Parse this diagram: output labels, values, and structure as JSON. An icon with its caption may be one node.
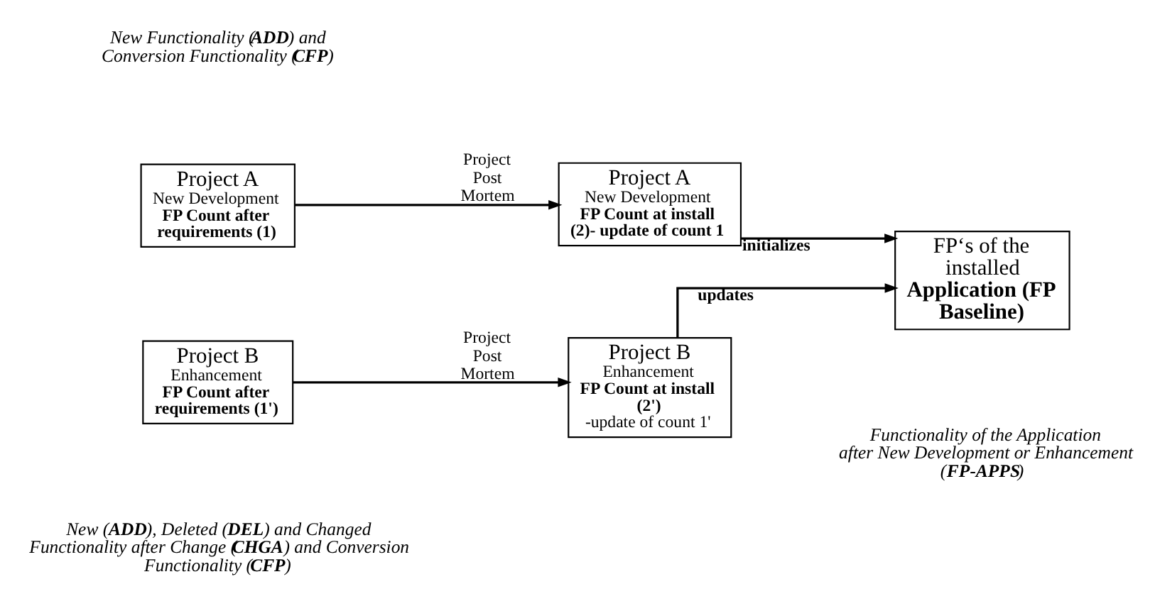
{
  "diagram": {
    "nodes": [
      {
        "text": [
          "Project A",
          "New Development",
          "FP Count after requirements (1)"
        ]
      },
      {
        "text": [
          "Project A",
          "New Development",
          "FP Count at install (2)- update of count 1"
        ]
      },
      {
        "text": [
          "Project B",
          "Enhancement",
          "FP Count after requirements (1')"
        ]
      },
      {
        "text": [
          "Project B",
          "Enhancement",
          "FP Count at install (2')",
          "-update of count 1'"
        ]
      },
      {
        "text": [
          "FP‘s of the installed",
          "Application (FP Baseline)"
        ]
      }
    ],
    "edges": [
      {
        "from": 0,
        "to": 1,
        "arrow": "to",
        "label": "Project Post Mortem"
      },
      {
        "from": 2,
        "to": 3,
        "arrow": "to",
        "label": "Project Post Mortem"
      },
      {
        "from": 1,
        "to": 4,
        "arrow": "to",
        "label": "initializes"
      },
      {
        "from": 3,
        "to": 4,
        "arrow": "to",
        "label": "updates"
      }
    ],
    "labels": [
      "New Functionality (**ADD**) and Conversion Functionality (**CFP**)",
      "New (**ADD**), Deleted (**DEL**) and Changed Functionality after Change (**CHGA**) and Conversion Functionality (**CFP**)",
      "Functionality of the Application after New Development or Enhancement (**FP-APPS**)"
    ]
  }
}
